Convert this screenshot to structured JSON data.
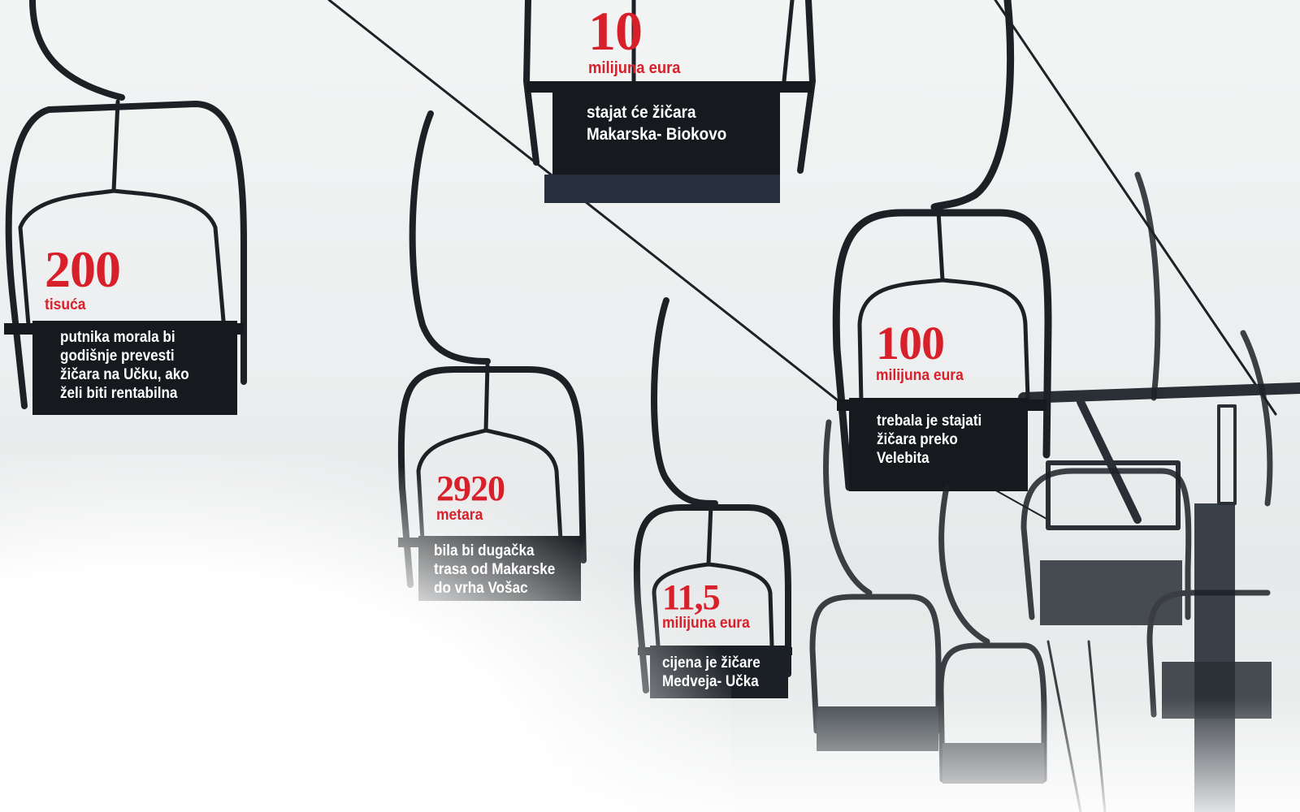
{
  "colors": {
    "accent": "#d8202a",
    "silhouette": "#1d2126",
    "text": "#ffffff"
  },
  "stats": [
    {
      "number": "200",
      "unit": "tisuća",
      "lines": [
        "putnika morala bi",
        "godišnje prevesti",
        "žičara na Učku, ako",
        "želi biti rentabilna"
      ]
    },
    {
      "number": "10",
      "unit": "milijuna eura",
      "lines": [
        "stajat će žičara",
        "Makarska- Biokovo"
      ]
    },
    {
      "number": "2920",
      "unit": "metara",
      "lines": [
        "bila bi dugačka",
        "trasa od Makarske",
        "do vrha Vošac"
      ]
    },
    {
      "number": "11,5",
      "unit": "milijuna eura",
      "lines": [
        "cijena je žičare",
        "Medveja- Učka"
      ]
    },
    {
      "number": "100",
      "unit": "milijuna eura",
      "lines": [
        "trebala je stajati",
        "žičara preko",
        "Velebita"
      ]
    }
  ]
}
